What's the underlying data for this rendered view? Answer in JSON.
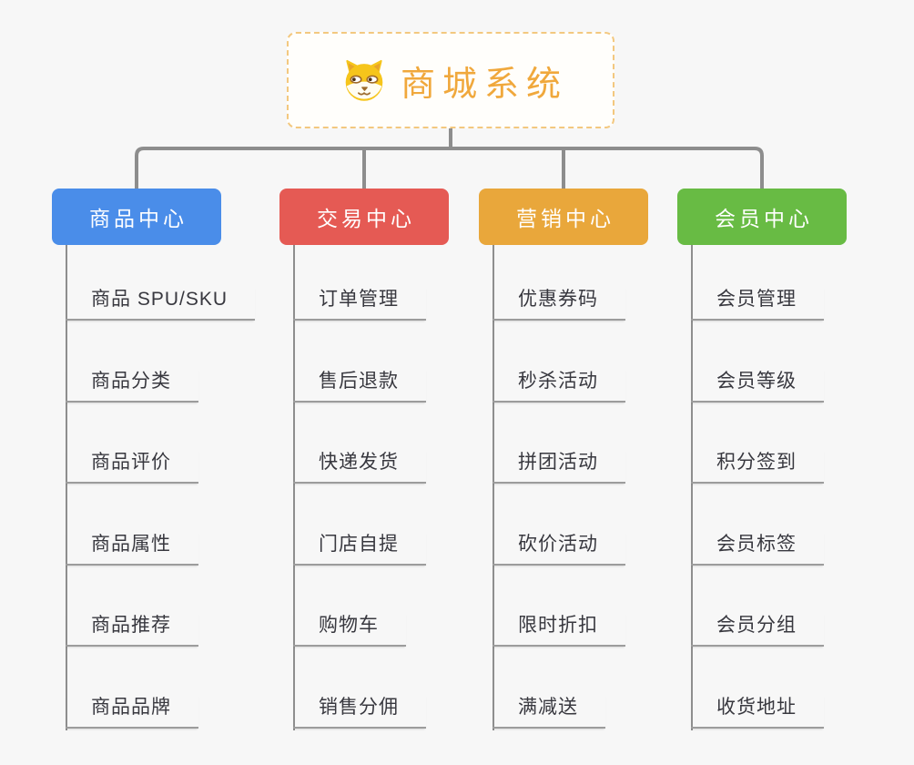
{
  "root": {
    "title": "商城系统",
    "icon": "dog-icon"
  },
  "branches": [
    {
      "label": "商品中心",
      "color": "#4a8de9",
      "children": [
        "商品 SPU/SKU",
        "商品分类",
        "商品评价",
        "商品属性",
        "商品推荐",
        "商品品牌"
      ]
    },
    {
      "label": "交易中心",
      "color": "#e55a54",
      "children": [
        "订单管理",
        "售后退款",
        "快递发货",
        "门店自提",
        "购物车",
        "销售分佣"
      ]
    },
    {
      "label": "营销中心",
      "color": "#e9a73b",
      "children": [
        "优惠券码",
        "秒杀活动",
        "拼团活动",
        "砍价活动",
        "限时折扣",
        "满减送"
      ]
    },
    {
      "label": "会员中心",
      "color": "#68bb44",
      "children": [
        "会员管理",
        "会员等级",
        "积分签到",
        "会员标签",
        "会员分组",
        "收货地址"
      ]
    }
  ],
  "colors": {
    "background": "#f7f7f7",
    "connector": "#8d8d8d",
    "branch_spine": "#8e8e8e",
    "leaf_underline": "#9c9c9c",
    "leaf_text": "#38383f",
    "root_border": "#f3c87f",
    "root_text": "#f0a83c",
    "dog_yellow": "#f6c51b",
    "dog_brown": "#9c6b2d"
  }
}
